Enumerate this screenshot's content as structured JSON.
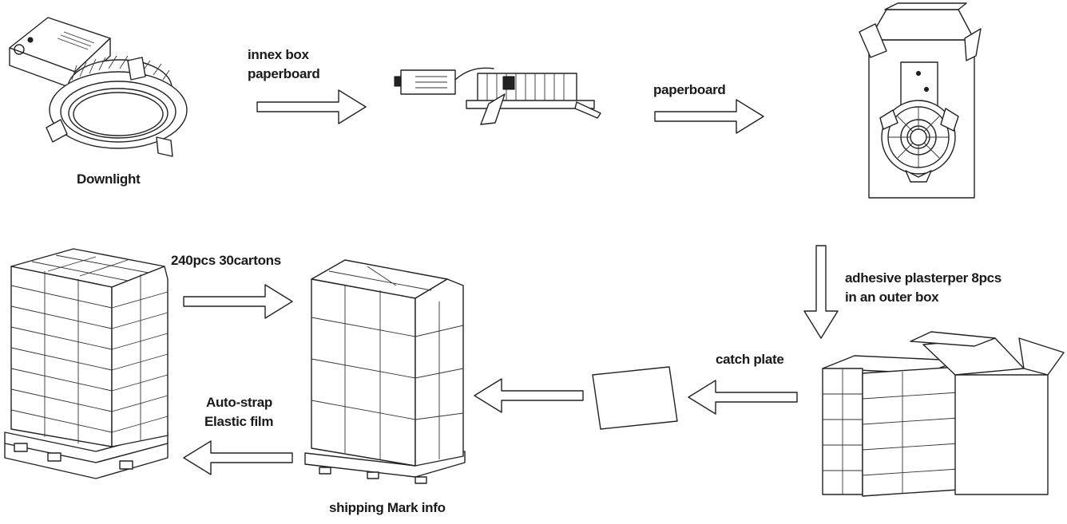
{
  "labels": {
    "downlight": "Downlight",
    "innex_box": "innex box",
    "paperboard_1": "paperboard",
    "paperboard_2": "paperboard",
    "adhesive_line1": "adhesive plasterper 8pcs",
    "adhesive_line2": "in an outer  box",
    "catch_plate": "catch plate",
    "pallet_count": "240pcs  30cartons",
    "auto_strap": "Auto-strap",
    "elastic_film": "Elastic film",
    "shipping_mark": "shipping Mark info"
  },
  "colors": {
    "line": "#222222",
    "background": "#ffffff"
  },
  "icons": {
    "downlight": "downlight-fixture-icon",
    "side_view": "downlight-side-view-icon",
    "inner_box": "open-inner-box-icon",
    "outer_box": "open-outer-carton-icon",
    "plate": "catch-plate-icon",
    "pallet_unwrapped": "pallet-stack-icon",
    "pallet_wrapped": "wrapped-pallet-icon"
  }
}
